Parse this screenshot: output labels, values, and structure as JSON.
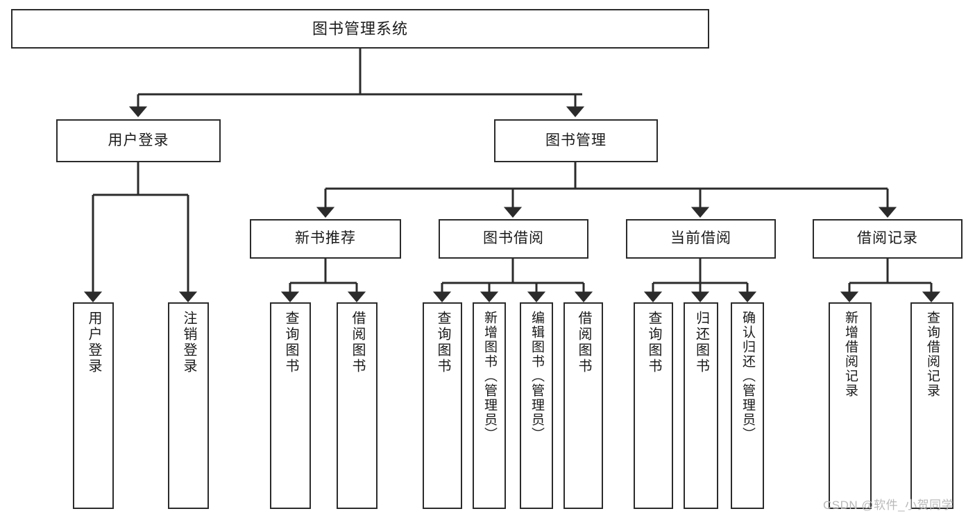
{
  "diagram": {
    "type": "tree",
    "title": "图书管理系统",
    "colors": {
      "stroke": "#2b2b2b",
      "fill": "#ffffff",
      "text": "#1a1a1a",
      "watermark": "#b9b9b9"
    },
    "root": {
      "label": "图书管理系统"
    },
    "level2": [
      {
        "label": "用户登录"
      },
      {
        "label": "图书管理"
      }
    ],
    "level3": [
      {
        "label": "新书推荐"
      },
      {
        "label": "图书借阅"
      },
      {
        "label": "当前借阅"
      },
      {
        "label": "借阅记录"
      }
    ],
    "leaves": {
      "user_login": [
        {
          "label": "用户登录"
        },
        {
          "label": "注销登录"
        }
      ],
      "new_book": [
        {
          "label": "查询图书"
        },
        {
          "label": "借阅图书"
        }
      ],
      "borrow": [
        {
          "label": "查询图书"
        },
        {
          "label": "新增图书（管理员）"
        },
        {
          "label": "编辑图书（管理员）"
        },
        {
          "label": "借阅图书"
        }
      ],
      "current": [
        {
          "label": "查询图书"
        },
        {
          "label": "归还图书"
        },
        {
          "label": "确认归还（管理员）"
        }
      ],
      "records": [
        {
          "label": "新增借阅记录"
        },
        {
          "label": "查询借阅记录"
        }
      ]
    }
  },
  "watermark": {
    "text": "CSDN @软件_小贺同学"
  }
}
